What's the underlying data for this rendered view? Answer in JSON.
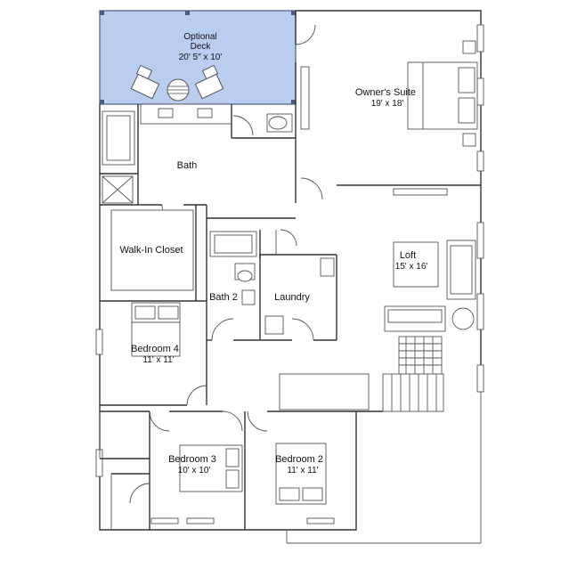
{
  "rooms": {
    "deck": {
      "name_line1": "Optional",
      "name_line2": "Deck",
      "dims": "20' 5\" x 10'"
    },
    "owners_suite": {
      "name": "Owner's Suite",
      "dims": "19' x 18'"
    },
    "bath": {
      "name": "Bath"
    },
    "walk_in_closet": {
      "name": "Walk-In Closet"
    },
    "loft": {
      "name": "Loft",
      "dims": "15' x 16'"
    },
    "bath2": {
      "name": "Bath 2"
    },
    "laundry": {
      "name": "Laundry"
    },
    "bedroom4": {
      "name": "Bedroom 4",
      "dims": "11' x 11'"
    },
    "bedroom3": {
      "name": "Bedroom 3",
      "dims": "10' x 10'"
    },
    "bedroom2": {
      "name": "Bedroom 2",
      "dims": "11' x 11'"
    }
  },
  "colors": {
    "deck_fill": "#b9cdf1",
    "wall": "#333333"
  }
}
